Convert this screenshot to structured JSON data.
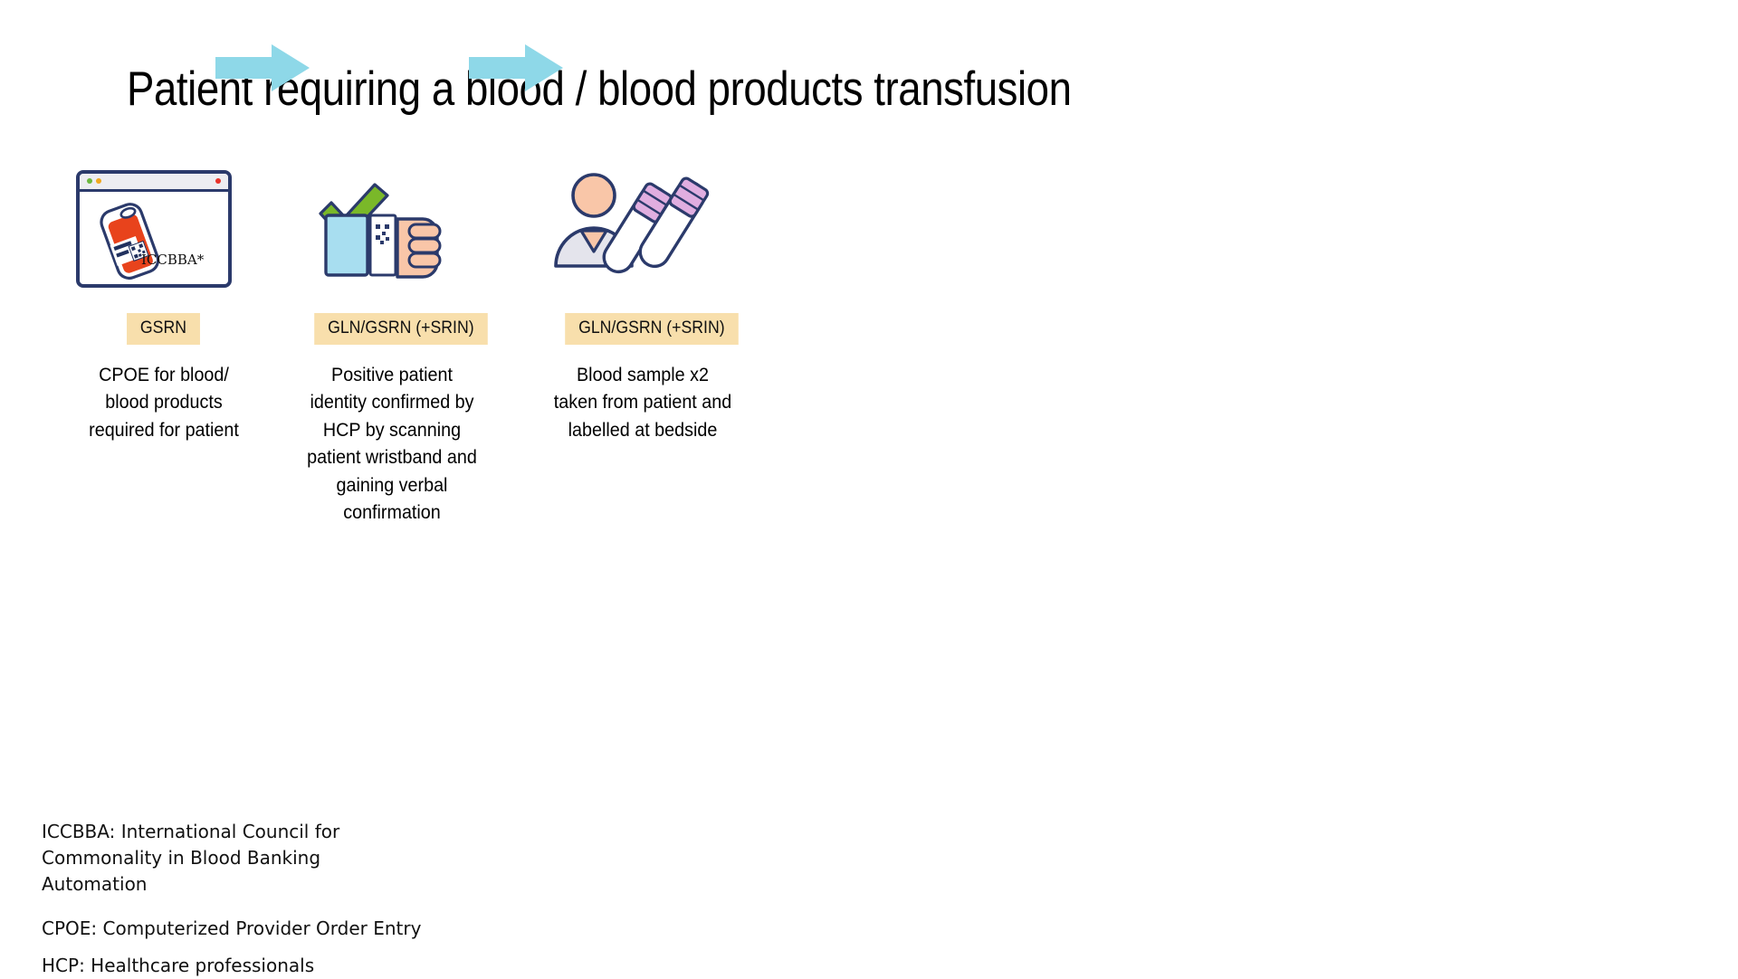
{
  "page": {
    "title": "Patient requiring a blood / blood products transfusion",
    "background_color": "#ffffff"
  },
  "colors": {
    "arrow": "#8ed8e8",
    "badge_background": "#f8dfac",
    "outline_navy": "#2b3a6b",
    "blood_red": "#e8431c",
    "check_green": "#7ab829",
    "skin_peach": "#f9c6a8",
    "wristband_blue": "#a8def0",
    "tube_cap_pink": "#e0aee0",
    "body_grey": "#e4e4ec",
    "title_bar_grey": "#ededf1",
    "dot_green": "#6cb83f",
    "dot_yellow": "#f0a81e",
    "dot_red": "#e8332a"
  },
  "flow": {
    "steps": [
      {
        "id": "step-1",
        "icon": "browser-window-blood-bag-icon",
        "icon_inline_label": "ICCBBA*",
        "badge": "GSRN",
        "caption": "CPOE for blood/ blood products required for patient"
      },
      {
        "id": "step-2",
        "icon": "check-wristband-scan-icon",
        "icon_inline_label": "",
        "badge": "GLN/GSRN (+SRIN)",
        "caption": "Positive patient identity confirmed by HCP by scanning patient wristband and gaining verbal confirmation"
      },
      {
        "id": "step-3",
        "icon": "patient-blood-sample-tubes-icon",
        "icon_inline_label": "",
        "badge": "GLN/GSRN (+SRIN)",
        "caption": "Blood sample x2 taken from patient and labelled at bedside"
      }
    ],
    "arrows": [
      {
        "id": "arrow-1",
        "direction": "right"
      },
      {
        "id": "arrow-2",
        "direction": "right"
      }
    ]
  },
  "footnotes": [
    "ICCBBA: International Council for Commonality in Blood Banking Automation",
    "CPOE: Computerized Provider Order Entry",
    "HCP: Healthcare professionals"
  ]
}
